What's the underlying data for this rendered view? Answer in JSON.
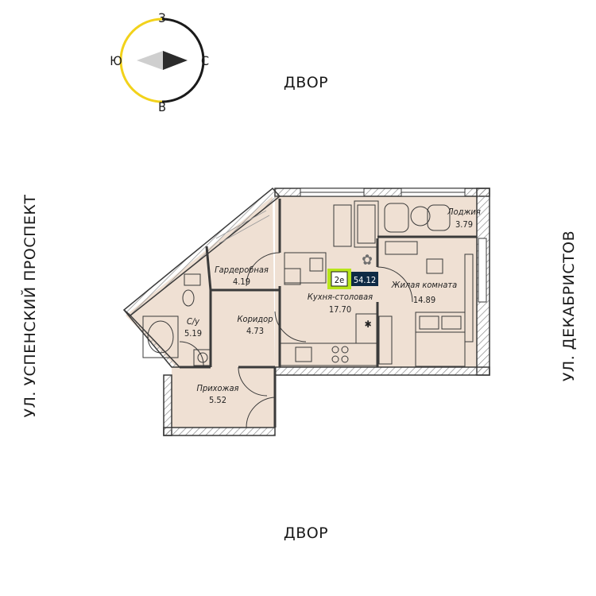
{
  "compass": {
    "north": "З",
    "west": "Ю",
    "east": "С",
    "south": "В",
    "accent_color": "#f2d21b"
  },
  "labels": {
    "top": "ДВОР",
    "bottom": "ДВОР",
    "left_street": "УЛ. УСПЕНСКИЙ ПРОСПЕКТ",
    "right_street": "УЛ. ДЕКАБРИСТОВ"
  },
  "apartment": {
    "type": "2е",
    "total_area": "54.12",
    "badge_color": "#b8e51a",
    "area_bg": "#0e2a45"
  },
  "rooms": [
    {
      "name": "Гардеробная",
      "area": "4.19"
    },
    {
      "name": "С/у",
      "area": "5.19"
    },
    {
      "name": "Коридор",
      "area": "4.73"
    },
    {
      "name": "Кухня-столовая",
      "area": "17.70"
    },
    {
      "name": "Жилая комната",
      "area": "14.89"
    },
    {
      "name": "Лоджия",
      "area": "3.79"
    },
    {
      "name": "Прихожая",
      "area": "5.52"
    }
  ],
  "colors": {
    "floor": "#efe0d3",
    "wall": "#3a3a3a",
    "hatch": "#9a9a9a"
  }
}
